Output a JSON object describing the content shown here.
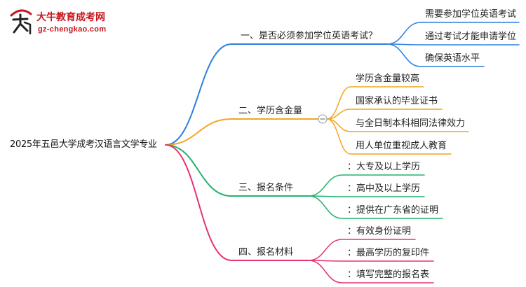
{
  "logo": {
    "icon": "brand-emblem-icon",
    "title": "大牛教育成考网",
    "url": "gz-chengkao.com",
    "color": "#c8161d"
  },
  "root": {
    "label": "2025年五邑大学成考汉语言文学专业"
  },
  "branches": [
    {
      "label": "一、是否必须参加学位英语考试？",
      "color": "#2d7fe0",
      "children": [
        "需要参加学位英语考试",
        "通过考试才能申请学位",
        "确保英语水平"
      ]
    },
    {
      "label": "二、学历含金量",
      "color": "#f2a61f",
      "collapse_icon": "minus-circle-icon",
      "children": [
        "学历含金量较高",
        "国家承认的毕业证书",
        "与全日制本科相同法律效力",
        "用人单位重视成人教育"
      ]
    },
    {
      "label": "三、报名条件",
      "color": "#22b36e",
      "children": [
        "：大专及以上学历",
        "：高中及以上学历",
        "：提供在广东省的证明"
      ]
    },
    {
      "label": "四、报名材料",
      "color": "#e6336f",
      "children": [
        "：有效身份证明",
        "：最高学历的复印件",
        "：填写完整的报名表"
      ]
    }
  ]
}
